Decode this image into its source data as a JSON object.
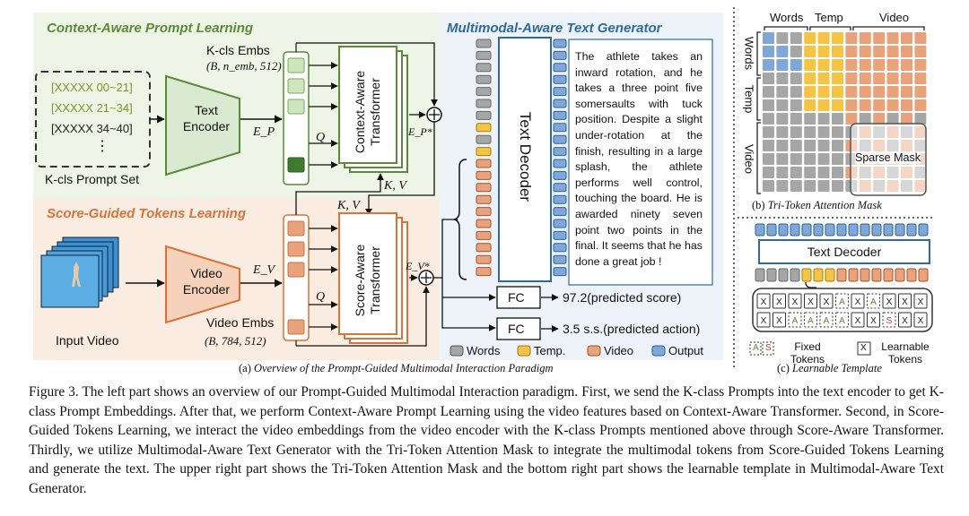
{
  "panels": {
    "context": "Context-Aware Prompt Learning",
    "score": "Score-Guided Tokens Learning",
    "generator": "Multimodal-Aware Text Generator"
  },
  "prompt_set": {
    "items": [
      "[XXXXX 00~21]",
      "[XXXXX 21~34]",
      "[XXXXX 34~40]"
    ],
    "ellipsis": "⋮",
    "label": "K-cls Prompt Set"
  },
  "text_encoder": "Text Encoder",
  "video_encoder": "Video Encoder",
  "input_video": "Input Video",
  "kcls_embs": {
    "title": "K-cls Embs",
    "shape": "(B, n_emb, 512)"
  },
  "video_embs": {
    "title": "Video Embs",
    "shape": "(B, 784, 512)"
  },
  "e_p": "E_P",
  "e_v": "E_V",
  "e_p_star": "E_P*",
  "e_v_star": "E_V*",
  "q_label": "Q",
  "kv_label": "K, V",
  "context_transformer": "Context-Aware Transformer",
  "score_transformer": "Score-Aware Transformer",
  "text_decoder": "Text Decoder",
  "generated_text": "The athlete takes an inward rotation, and he takes a three point five somersaults with tuck position. Despite a slight under-rotation at the finish, resulting in a large splash, the athlete performs well control, touching the board. He is awarded ninety seven point two points in the final. It seems that he has done a great job !",
  "fc": "FC",
  "pred_score": "97.2(predicted score)",
  "pred_action": "3.5 s.s.(predicted action)",
  "legend": {
    "words": "Words",
    "temp": "Temp.",
    "video": "Video",
    "output": "Output"
  },
  "mask": {
    "col_labels": [
      "Words",
      "Temp",
      "Video"
    ],
    "row_labels": [
      "Words",
      "Temp",
      "Video"
    ],
    "sparse": "Sparse Mask"
  },
  "template": {
    "decoder": "Text Decoder",
    "fixed": "Fixed Tokens",
    "learnable": "Learnable Tokens",
    "cell_x": "X",
    "cell_a": "A",
    "cell_s": "S"
  },
  "subcaptions": {
    "a": [
      "(a) ",
      "Overview of the Prompt-Guided Multimodal Interaction Paradigm"
    ],
    "b": [
      "(b) ",
      "Tri-Token Attention Mask"
    ],
    "c": [
      "(c) ",
      "Learnable Template"
    ]
  },
  "caption": "Figure 3. The left part shows an overview of our Prompt-Guided Multimodal Interaction paradigm. First, we send the K-class Prompts into the text encoder to get K-class Prompt Embeddings. After that, we perform Context-Aware Prompt Learning using the video features based on Context-Aware Transformer. Second, in Score-Guided Tokens Learning, we interact the video embeddings from the video encoder with the K-class Prompts mentioned above through Score-Aware Transformer. Thirdly, we utilize Multimodal-Aware Text Generator with the Tri-Token Attention Mask to integrate the multimodal tokens from Score-Guided Tokens Learning and generate the text. The upper right part shows the Tri-Token Attention Mask and the bottom right part shows the learnable template in Multimodal-Aware Text Generator.",
  "colors": {
    "green_panel": "#eef5e6",
    "orange_panel": "#fbece2",
    "blue_panel": "#edf3f8",
    "green_title": "#5a8a3a",
    "orange_title": "#d8743a",
    "blue_title": "#2d6aa0",
    "gray_token": "#a6a6a6",
    "yellow_token": "#f6c445",
    "orange_token": "#e9a27a",
    "blue_token": "#7fa8d8",
    "green_token": "#cfe5bb",
    "dark_green_token": "#3f7a2f"
  }
}
